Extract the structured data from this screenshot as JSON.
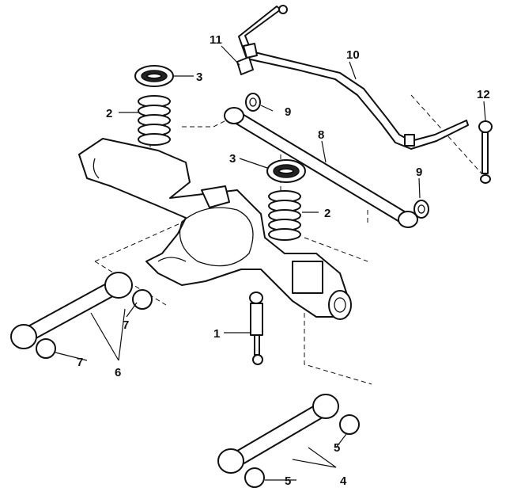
{
  "callouts": {
    "c1": "1",
    "c2a": "2",
    "c2b": "2",
    "c3a": "3",
    "c3b": "3",
    "c4": "4",
    "c5a": "5",
    "c5b": "5",
    "c6": "6",
    "c7a": "7",
    "c7b": "7",
    "c8": "8",
    "c9a": "9",
    "c9b": "9",
    "c10": "10",
    "c11": "11",
    "c12": "12"
  },
  "colors": {
    "line": "#111111",
    "background": "#ffffff"
  }
}
